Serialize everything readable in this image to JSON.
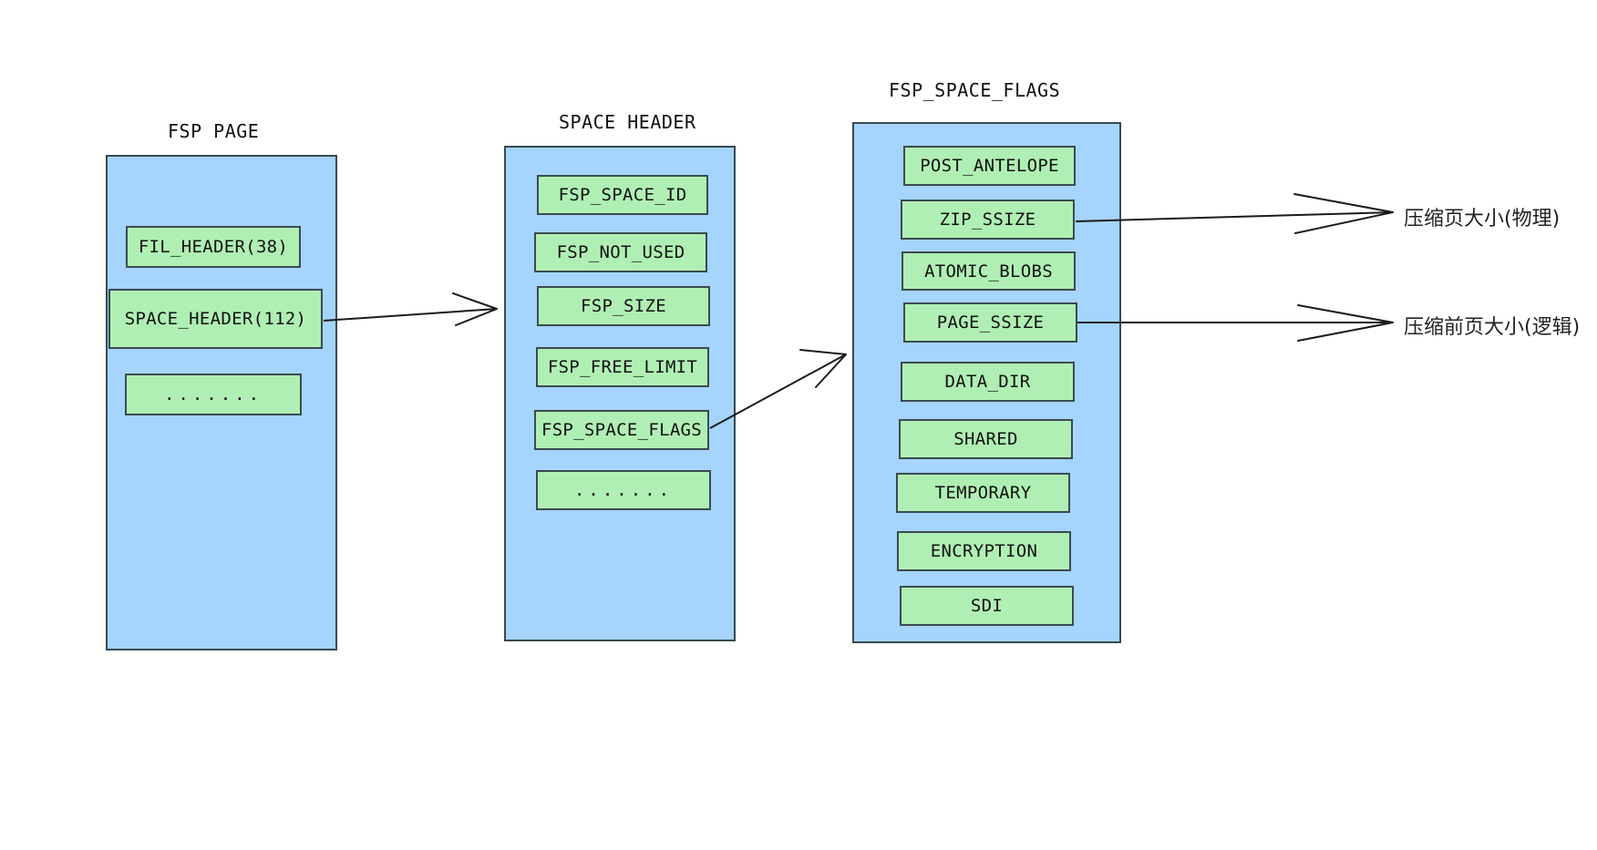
{
  "diagram": {
    "title_fsp_page": "FSP PAGE",
    "title_space_header": "SPACE HEADER",
    "title_fsp_space_flags": "FSP_SPACE_FLAGS",
    "columns": [
      {
        "name": "fsp-page",
        "title": "FSP PAGE",
        "fields": [
          {
            "label": "FIL_HEADER(38)"
          },
          {
            "label": "SPACE_HEADER(112)"
          },
          {
            "label": "......."
          }
        ]
      },
      {
        "name": "space-header",
        "title": "SPACE HEADER",
        "fields": [
          {
            "label": "FSP_SPACE_ID"
          },
          {
            "label": "FSP_NOT_USED"
          },
          {
            "label": "FSP_SIZE"
          },
          {
            "label": "FSP_FREE_LIMIT"
          },
          {
            "label": "FSP_SPACE_FLAGS"
          },
          {
            "label": "......."
          }
        ]
      },
      {
        "name": "fsp-space-flags",
        "title": "FSP_SPACE_FLAGS",
        "fields": [
          {
            "label": "POST_ANTELOPE"
          },
          {
            "label": "ZIP_SSIZE"
          },
          {
            "label": "ATOMIC_BLOBS"
          },
          {
            "label": "PAGE_SSIZE"
          },
          {
            "label": "DATA_DIR"
          },
          {
            "label": "SHARED"
          },
          {
            "label": "TEMPORARY"
          },
          {
            "label": "ENCRYPTION"
          },
          {
            "label": "SDI"
          }
        ]
      }
    ],
    "annotations": [
      {
        "name": "zip-ssize-note",
        "text": "压缩页大小(物理)"
      },
      {
        "name": "page-ssize-note",
        "text": "压缩前页大小(逻辑)"
      }
    ],
    "colors": {
      "container_fill": "#a5d5fd",
      "field_fill": "#b0efb4",
      "stroke": "#3a4a50",
      "text": "#111111"
    }
  }
}
